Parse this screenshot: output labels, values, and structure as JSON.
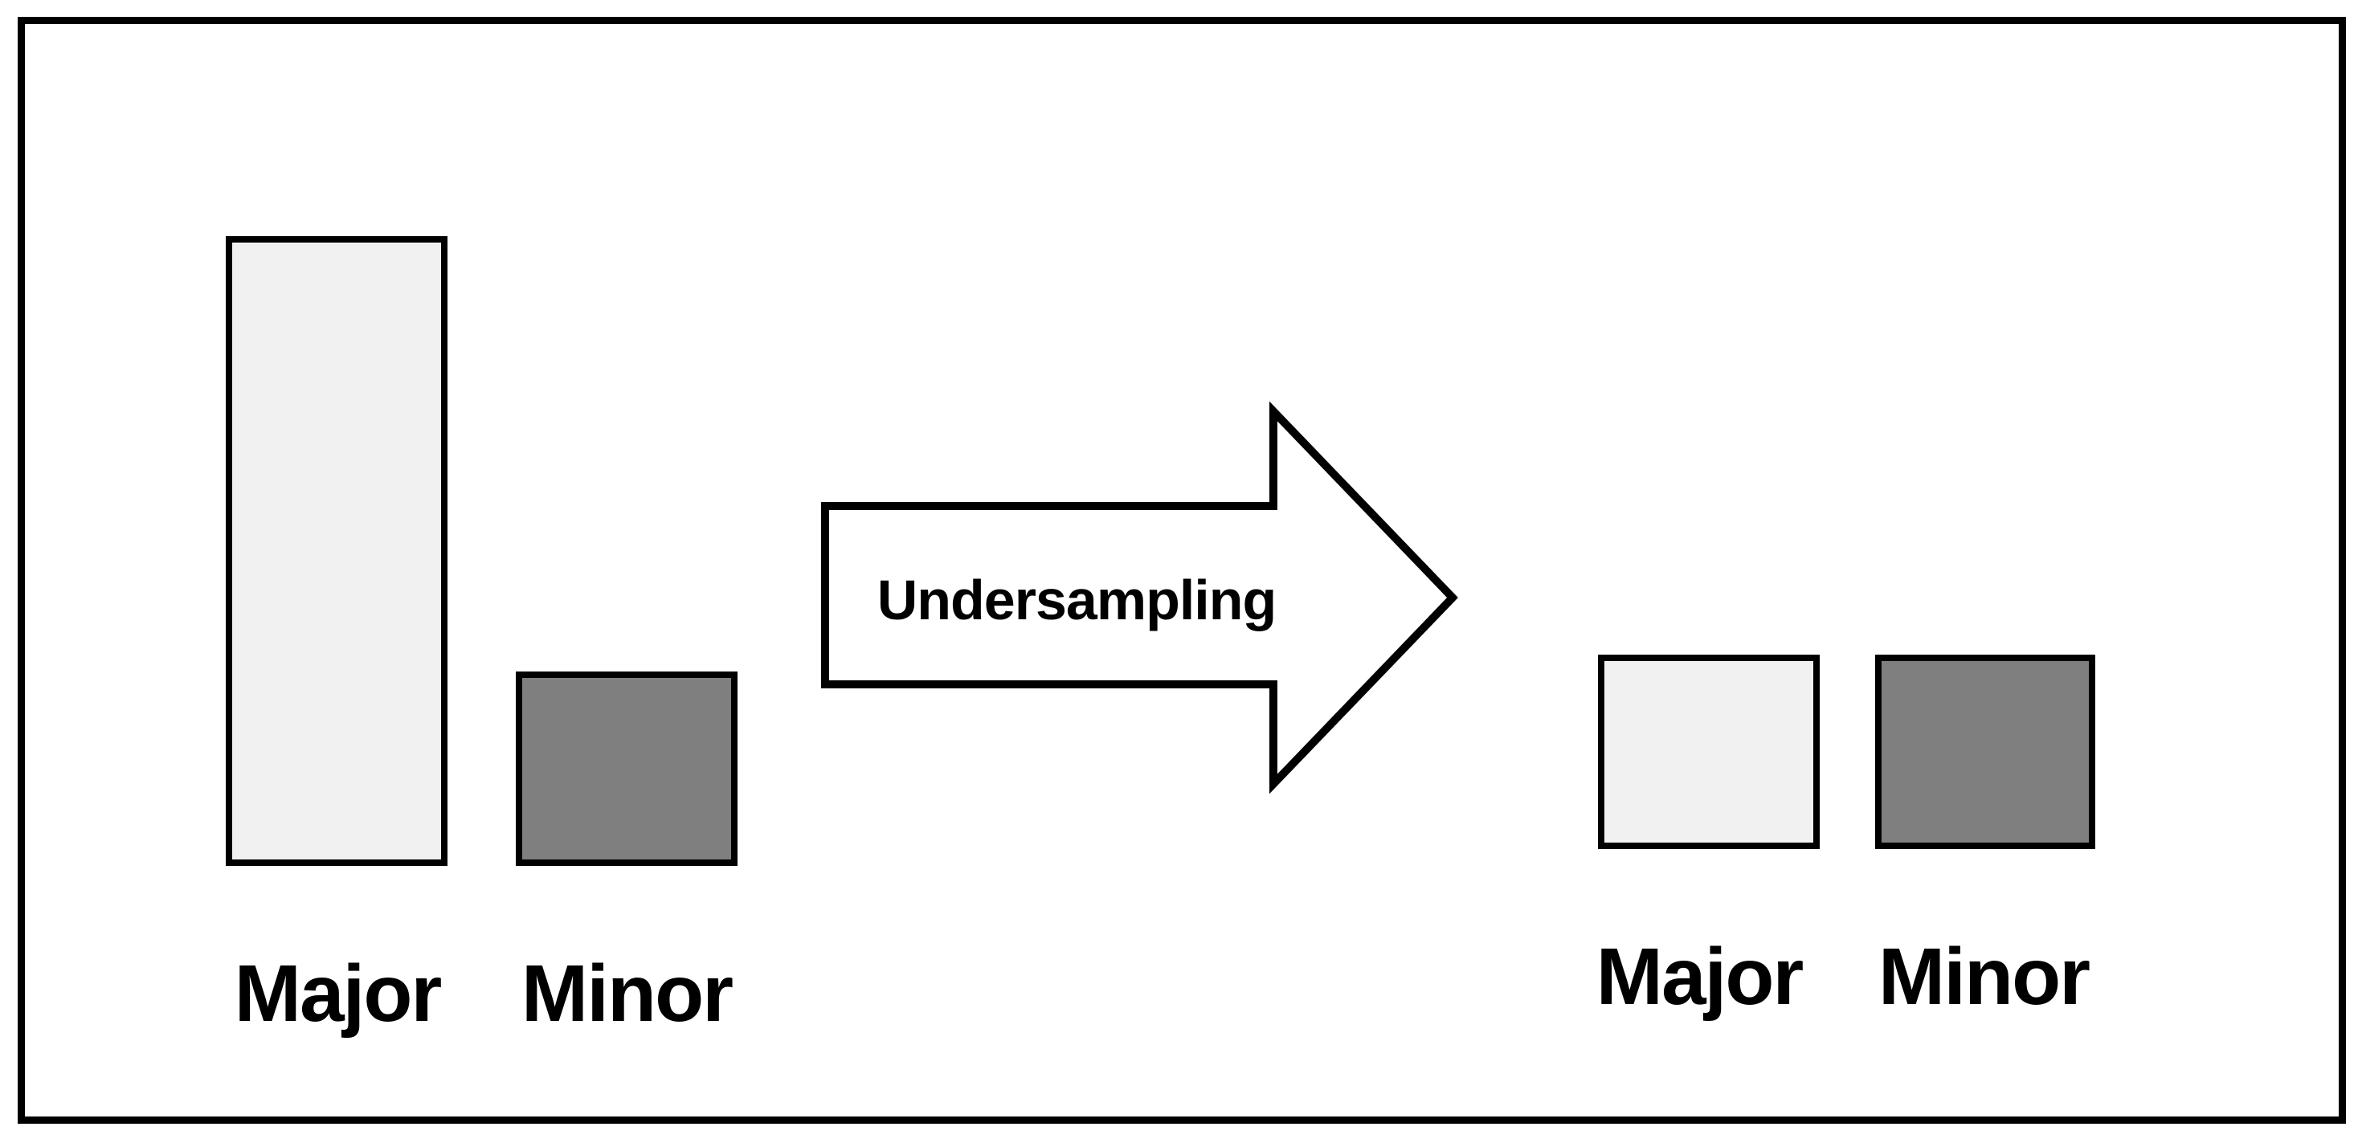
{
  "colors": {
    "background": "#ffffff",
    "stroke": "#000000",
    "major_bar_fill": "#f1f1f1",
    "minor_bar_fill": "#7f7f7f"
  },
  "arrow": {
    "label": "Undersampling"
  },
  "chart_data": [
    {
      "type": "bar",
      "position": "left-of-arrow",
      "categories": [
        "Major",
        "Minor"
      ],
      "values": [
        784,
        242
      ],
      "value_unit": "relative-bar-height-px",
      "bar_colors": [
        "#f1f1f1",
        "#7f7f7f"
      ]
    },
    {
      "type": "bar",
      "position": "right-of-arrow",
      "categories": [
        "Major",
        "Minor"
      ],
      "values": [
        242,
        242
      ],
      "value_unit": "relative-bar-height-px",
      "bar_colors": [
        "#f1f1f1",
        "#7f7f7f"
      ]
    }
  ]
}
